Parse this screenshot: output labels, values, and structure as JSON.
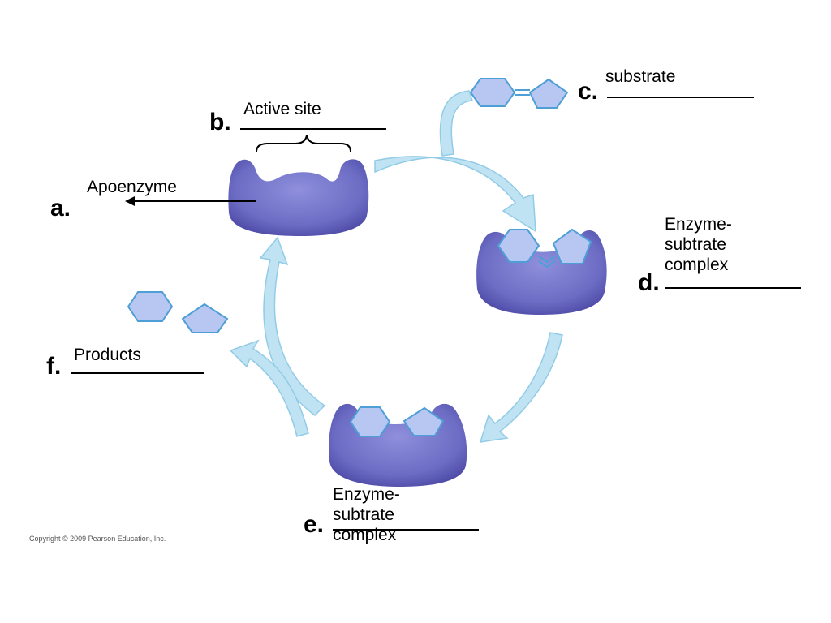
{
  "colors": {
    "enzyme": "#6c6cc4",
    "enzyme_dark": "#4d4aa6",
    "substrate_fill": "#b8c6f2",
    "substrate_stroke": "#4d9fd6",
    "arrow_fill": "#bfe3f2",
    "arrow_stroke": "#92cbe6"
  },
  "labels": {
    "a": {
      "letter": "a.",
      "text": "Apoenzyme"
    },
    "b": {
      "letter": "b.",
      "text": "Active site"
    },
    "c": {
      "letter": "c.",
      "text": "substrate"
    },
    "d": {
      "letter": "d.",
      "text_lines": [
        "Enzyme-",
        "subtrate",
        "complex"
      ]
    },
    "e": {
      "letter": "e.",
      "text_lines": [
        "Enzyme-",
        "subtrate",
        "complex"
      ]
    },
    "f": {
      "letter": "f.",
      "text": "Products"
    }
  },
  "copyright": "Copyright © 2009 Pearson Education, Inc."
}
